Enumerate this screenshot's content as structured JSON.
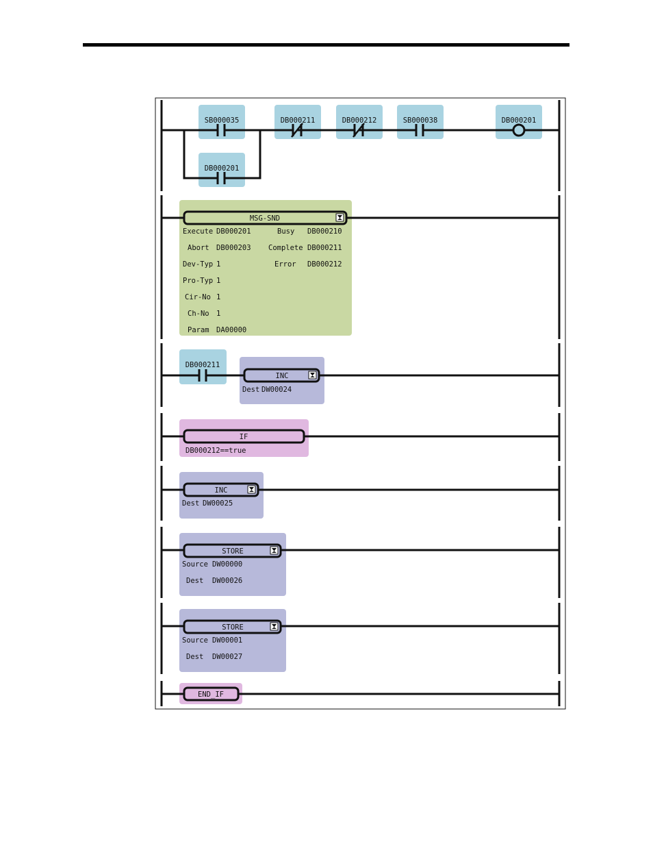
{
  "colors": {
    "contact_box": "#a9d3e1",
    "function_box": "#c9d8a3",
    "math_box": "#b7b9da",
    "if_box": "#e0b8e0",
    "line": "#111111"
  },
  "rung1": {
    "contacts": [
      {
        "label": "SB000035",
        "kind": "no-contact"
      },
      {
        "label": "DB000211",
        "kind": "nc-contact"
      },
      {
        "label": "DB000212",
        "kind": "nc-contact"
      },
      {
        "label": "SB000038",
        "kind": "no-contact"
      }
    ],
    "parallel_contact": {
      "label": "DB000201",
      "kind": "no-contact"
    },
    "coil": {
      "label": "DB000201",
      "kind": "coil"
    }
  },
  "rung2": {
    "block": {
      "title": "MSG-SND",
      "inputs": [
        {
          "name": "Execute",
          "value": "DB000201"
        },
        {
          "name": "Abort",
          "value": "DB000203"
        },
        {
          "name": "Dev-Typ",
          "value": "1"
        },
        {
          "name": "Pro-Typ",
          "value": "1"
        },
        {
          "name": "Cir-No",
          "value": "1"
        },
        {
          "name": "Ch-No",
          "value": "1"
        },
        {
          "name": "Param",
          "value": "DA00000"
        }
      ],
      "outputs": [
        {
          "name": "Busy",
          "value": "DB000210"
        },
        {
          "name": "Complete",
          "value": "DB000211"
        },
        {
          "name": "Error",
          "value": "DB000212"
        }
      ]
    }
  },
  "rung3": {
    "contact": {
      "label": "DB000211",
      "kind": "no-contact"
    },
    "block": {
      "title": "INC",
      "param": "Dest",
      "value": "DW00024"
    }
  },
  "rung4": {
    "block": {
      "title": "IF",
      "condition": "DB000212==true"
    }
  },
  "rung5": {
    "block": {
      "title": "INC",
      "param": "Dest",
      "value": "DW00025"
    }
  },
  "rung6": {
    "block": {
      "title": "STORE",
      "rows": [
        {
          "name": "Source",
          "value": "DW00000"
        },
        {
          "name": "Dest",
          "value": "DW00026"
        }
      ]
    }
  },
  "rung7": {
    "block": {
      "title": "STORE",
      "rows": [
        {
          "name": "Source",
          "value": "DW00001"
        },
        {
          "name": "Dest",
          "value": "DW00027"
        }
      ]
    }
  },
  "rung8": {
    "block": {
      "title": "END_IF"
    }
  }
}
